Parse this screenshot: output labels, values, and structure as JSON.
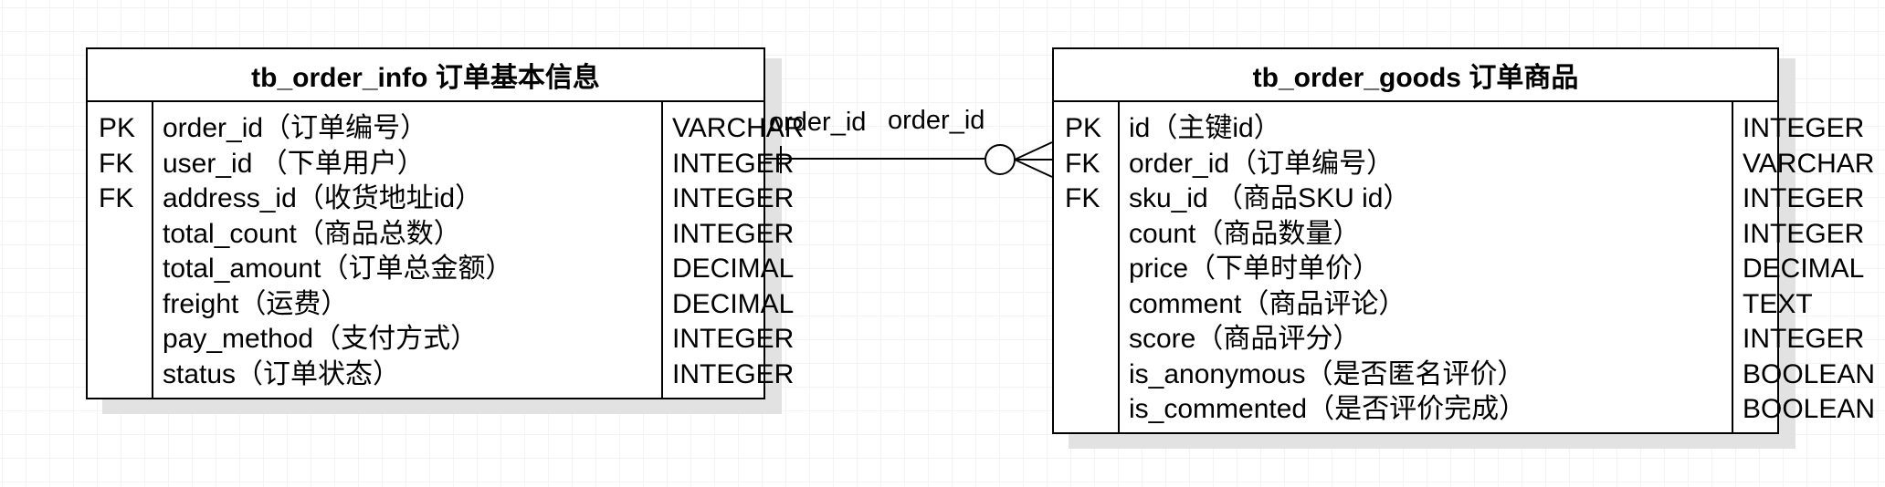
{
  "diagram": {
    "tables": [
      {
        "title": "tb_order_info  订单基本信息",
        "rows": [
          {
            "key": "PK",
            "name": "order_id（订单编号）",
            "type": "VARCHAR"
          },
          {
            "key": "FK",
            "name": "user_id （下单用户）",
            "type": "INTEGER"
          },
          {
            "key": "FK",
            "name": "address_id（收货地址id）",
            "type": "INTEGER"
          },
          {
            "key": "",
            "name": "total_count（商品总数）",
            "type": "INTEGER"
          },
          {
            "key": "",
            "name": "total_amount（订单总金额）",
            "type": "DECIMAL"
          },
          {
            "key": "",
            "name": "freight（运费）",
            "type": "DECIMAL"
          },
          {
            "key": "",
            "name": "pay_method（支付方式）",
            "type": "INTEGER"
          },
          {
            "key": "",
            "name": "status（订单状态）",
            "type": "INTEGER"
          }
        ]
      },
      {
        "title": "tb_order_goods  订单商品",
        "rows": [
          {
            "key": "PK",
            "name": "id（主键id）",
            "type": "INTEGER"
          },
          {
            "key": "FK",
            "name": "order_id（订单编号）",
            "type": "VARCHAR"
          },
          {
            "key": "FK",
            "name": "sku_id （商品SKU id）",
            "type": "INTEGER"
          },
          {
            "key": "",
            "name": "count（商品数量）",
            "type": "INTEGER"
          },
          {
            "key": "",
            "name": "price（下单时单价）",
            "type": "DECIMAL"
          },
          {
            "key": "",
            "name": "comment（商品评论）",
            "type": "TEXT"
          },
          {
            "key": "",
            "name": "score（商品评分）",
            "type": "INTEGER"
          },
          {
            "key": "",
            "name": "is_anonymous（是否匿名评价）",
            "type": "BOOLEAN"
          },
          {
            "key": "",
            "name": "is_commented（是否评价完成）",
            "type": "BOOLEAN"
          }
        ]
      }
    ],
    "relationship": {
      "source_label": "order_id",
      "target_label": "order_id",
      "source_cardinality": "one",
      "target_cardinality": "zero-or-many"
    }
  }
}
